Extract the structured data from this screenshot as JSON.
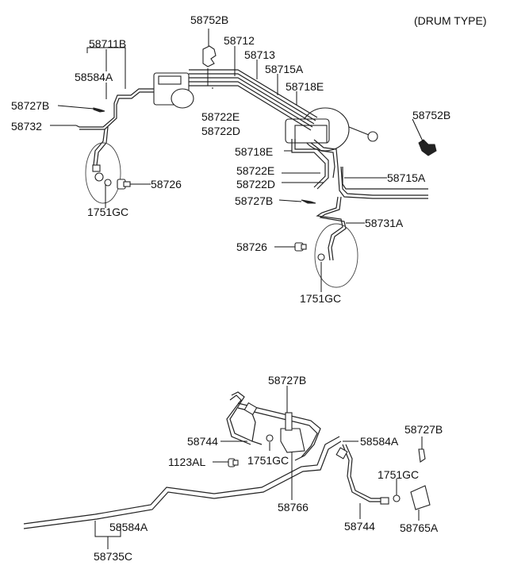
{
  "header": "(DRUM TYPE)",
  "labels": {
    "l58752B_top": "58752B",
    "l58711B": "58711B",
    "l58712": "58712",
    "l58713": "58713",
    "l58715A_top": "58715A",
    "l58718E_top": "58718E",
    "l58584A_top": "58584A",
    "l58727B_top": "58727B",
    "l58732": "58732",
    "l58722E_top": "58722E",
    "l58722D_top": "58722D",
    "l58752B_right": "58752B",
    "l58718E_mid": "58718E",
    "l58722E_mid": "58722E",
    "l58722D_mid": "58722D",
    "l58715A_mid": "58715A",
    "l58726_left": "58726",
    "l1751GC_left": "1751GC",
    "l58727B_mid": "58727B",
    "l58731A": "58731A",
    "l58726_right": "58726",
    "l1751GC_right": "1751GC",
    "l58727B_bot": "58727B",
    "l58744_left": "58744",
    "l58584A_bot_r": "58584A",
    "l58727B_bot_r": "58727B",
    "l1123AL": "1123AL",
    "l1751GC_bot": "1751GC",
    "l1751GC_bot_r": "1751GC",
    "l58766": "58766",
    "l58584A_bot": "58584A",
    "l58744_right": "58744",
    "l58765A": "58765A",
    "l58735C": "58735C"
  }
}
